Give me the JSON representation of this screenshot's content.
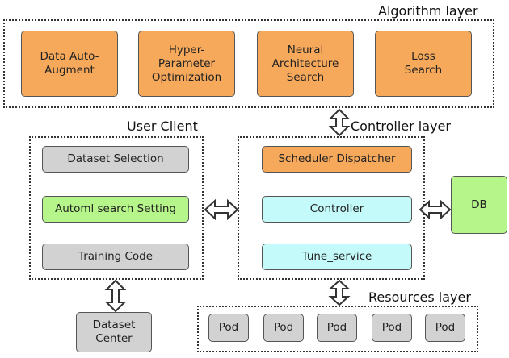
{
  "algorithm_layer": {
    "label": "Algorithm layer",
    "items": [
      "Data Auto-\nAugment",
      "Hyper-\nParameter\nOptimization",
      "Neural\nArchitecture\nSearch",
      "Loss\nSearch"
    ]
  },
  "user_client": {
    "label": "User Client",
    "items": [
      "Dataset Selection",
      "Automl search Setting",
      "Training Code"
    ]
  },
  "controller_layer": {
    "label": "Controller layer",
    "items": [
      "Scheduler Dispatcher",
      "Controller",
      "Tune_service"
    ]
  },
  "db": {
    "label": "DB"
  },
  "dataset_center": {
    "label": "Dataset\nCenter"
  },
  "resources_layer": {
    "label": "Resources layer",
    "pods": [
      "Pod",
      "Pod",
      "Pod",
      "Pod",
      "Pod"
    ]
  },
  "colors": {
    "algorithm": "#f7a95b",
    "client_gray": "#d2d2d2",
    "client_green": "#b6f58a",
    "controller_cyan": "#c4fafa",
    "db": "#b6f58a"
  }
}
